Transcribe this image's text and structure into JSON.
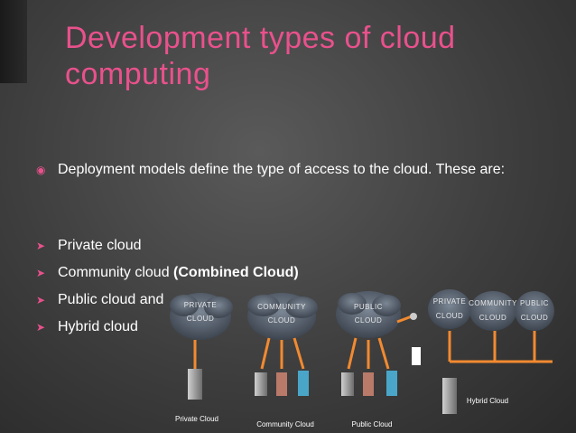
{
  "slide": {
    "title": "Development types of cloud computing",
    "bullets": [
      {
        "icon": "target-bullet-icon",
        "text": "Deployment models define the type of access to the cloud. These are:",
        "bold_suffix": ""
      },
      {
        "icon": "arrow-bullet-icon",
        "text": "Private cloud",
        "bold_suffix": ""
      },
      {
        "icon": "arrow-bullet-icon",
        "text": "Community cloud ",
        "bold_suffix": "(Combined Cloud)"
      },
      {
        "icon": "arrow-bullet-icon",
        "text": "Public cloud and",
        "bold_suffix": ""
      },
      {
        "icon": "arrow-bullet-icon",
        "text": "Hybrid cloud",
        "bold_suffix": ""
      }
    ],
    "accent_color": "#e9518c"
  },
  "diagram": {
    "clouds": {
      "private": [
        "PRIVATE",
        "CLOUD"
      ],
      "community": [
        "COMMUNITY",
        "CLOUD"
      ],
      "public": [
        "PUBLIC",
        "CLOUD"
      ],
      "hybrid_private": [
        "PRIVATE",
        "CLOUD"
      ],
      "hybrid_community": [
        "COMMUNITY",
        "CLOUD"
      ],
      "hybrid_public": [
        "PUBLIC",
        "CLOUD"
      ]
    },
    "captions": {
      "private": "Private Cloud",
      "community": "Community Cloud",
      "public": "Public Cloud",
      "hybrid": "Hybrid Cloud"
    }
  }
}
